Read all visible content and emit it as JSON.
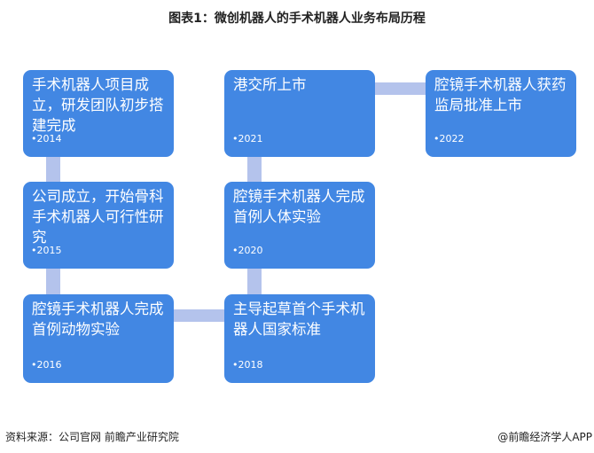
{
  "title": "图表1：微创机器人的手术机器人业务布局历程",
  "milestones": [
    {
      "text": "手术机器人项目成立，研发团队初步搭建完成",
      "year": "•2014"
    },
    {
      "text": "公司成立，开始骨科手术机器人可行性研究",
      "year": "•2015"
    },
    {
      "text": "腔镜手术机器人完成首例动物实验",
      "year": "•2016"
    },
    {
      "text": "主导起草首个手术机器人国家标准",
      "year": "•2018"
    },
    {
      "text": "腔镜手术机器人完成首例人体实验",
      "year": "•2020"
    },
    {
      "text": "港交所上市",
      "year": "•2021"
    },
    {
      "text": "腔镜手术机器人获药监局批准上市",
      "year": "•2022"
    }
  ],
  "source": "资料来源：公司官网 前瞻产业研究院",
  "brand": "@前瞻经济学人APP",
  "colors": {
    "box": "#4287e3",
    "connector": "#b4c3ec"
  }
}
